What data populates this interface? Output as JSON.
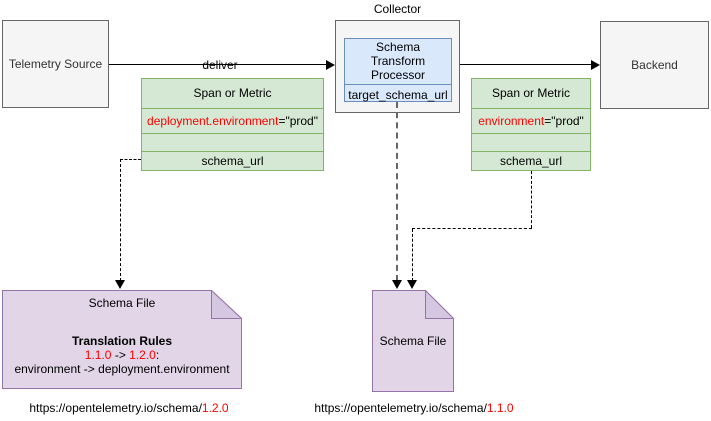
{
  "colors": {
    "gray_fill": "#f5f5f5",
    "gray_border": "#666666",
    "blue_fill": "#dae8fc",
    "blue_border": "#6c8ebf",
    "green_fill": "#d5e8d4",
    "green_border": "#82b366",
    "purple_fill": "#e1d5e7",
    "purple_fold": "#d5c6e2",
    "purple_border": "#9673a6",
    "red_text": "#ff0000"
  },
  "nodes": {
    "telemetry_source": {
      "label": "Telemetry Source"
    },
    "collector": {
      "label": "Collector"
    },
    "processor": {
      "title": "Schema Transform Processor",
      "field": "target_schema_url"
    },
    "backend": {
      "label": "Backend"
    },
    "span_left": {
      "header": "Span or Metric",
      "attr_name": "deployment.environment",
      "attr_value": "=\"prod\"",
      "field": "schema_url"
    },
    "span_right": {
      "header": "Span or Metric",
      "attr_name": "environment",
      "attr_value": "=\"prod\"",
      "field": "schema_url"
    },
    "schema_file_left": {
      "title": "Schema File",
      "rules_heading": "Translation Rules",
      "version_from": "1.1.0",
      "rule_arrow": " -> ",
      "version_to": "1.2.0",
      "rule_colon": ":",
      "mapping": "environment -> deployment.environment"
    },
    "schema_file_middle": {
      "title": "Schema File"
    }
  },
  "edges": {
    "deliver_label": "deliver"
  },
  "footer": {
    "url_left_base": "https://opentelemetry.io/schema/",
    "url_left_version": "1.2.0",
    "url_right_base": "https://opentelemetry.io/schema/",
    "url_right_version": "1.1.0"
  }
}
